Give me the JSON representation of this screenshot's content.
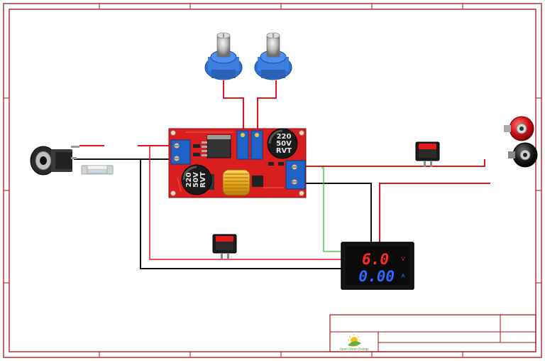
{
  "colors": {
    "frame": "#a3141b",
    "wire_red": "#e3151a",
    "wire_black": "#111111",
    "wire_green": "#2bc62b",
    "pcb": "#d81e1e",
    "terminal": "#1f63c9",
    "pot_body": "#2f6fd0",
    "display_red": "#ff2a2a",
    "display_blue": "#2a6bff",
    "logo_green": "#6cae3a",
    "logo_yellow": "#f4c21f"
  },
  "components": {
    "cap_left": {
      "line1": "220",
      "line2": "50V",
      "line3": "RVT"
    },
    "cap_right": {
      "line1": "220",
      "line2": "50V",
      "line3": "RVT"
    },
    "display": {
      "voltage": "6.0",
      "voltage_unit": "V",
      "current": "0.00",
      "current_unit": "A"
    }
  },
  "title_block": {
    "logo_text": "Open Green Energy"
  }
}
